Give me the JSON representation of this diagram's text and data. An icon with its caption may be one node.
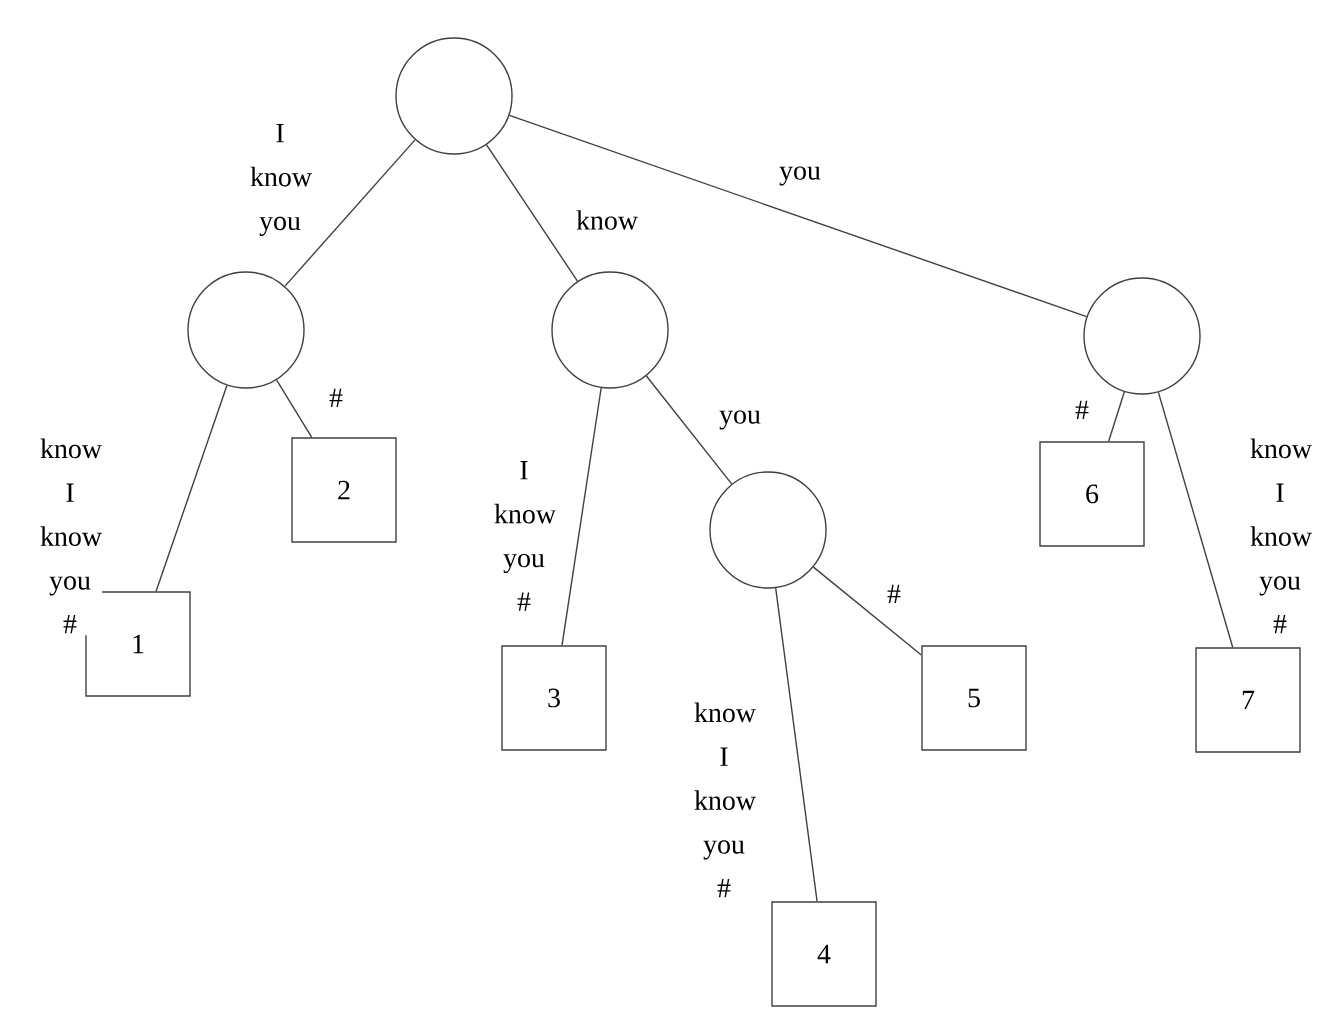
{
  "diagram": {
    "nodes": [
      {
        "text": [],
        "shape": "circle"
      },
      {
        "text": [],
        "shape": "circle"
      },
      {
        "text": [],
        "shape": "circle"
      },
      {
        "text": [],
        "shape": "circle"
      },
      {
        "text": [],
        "shape": "circle"
      },
      {
        "text": [
          "1"
        ]
      },
      {
        "text": [
          "2"
        ]
      },
      {
        "text": [
          "3"
        ]
      },
      {
        "text": [
          "4"
        ]
      },
      {
        "text": [
          "5"
        ]
      },
      {
        "text": [
          "6"
        ]
      },
      {
        "text": [
          "7"
        ]
      }
    ],
    "edges": [
      {
        "from": 0,
        "to": 1,
        "arrow": "none",
        "label": "I know you"
      },
      {
        "from": 0,
        "to": 2,
        "arrow": "none",
        "label": "know"
      },
      {
        "from": 0,
        "to": 3,
        "arrow": "none",
        "label": "you"
      },
      {
        "from": 1,
        "to": 5,
        "arrow": "none",
        "label": "know I know you #"
      },
      {
        "from": 1,
        "to": 6,
        "arrow": "none",
        "label": "#"
      },
      {
        "from": 2,
        "to": 7,
        "arrow": "none",
        "label": "I know you #"
      },
      {
        "from": 2,
        "to": 4,
        "arrow": "none",
        "label": "you"
      },
      {
        "from": 4,
        "to": 8,
        "arrow": "none",
        "label": "know I know you #"
      },
      {
        "from": 4,
        "to": 9,
        "arrow": "none",
        "label": "#"
      },
      {
        "from": 3,
        "to": 10,
        "arrow": "none",
        "label": "#"
      },
      {
        "from": 3,
        "to": 11,
        "arrow": "none",
        "label": "know I know you #"
      }
    ]
  }
}
